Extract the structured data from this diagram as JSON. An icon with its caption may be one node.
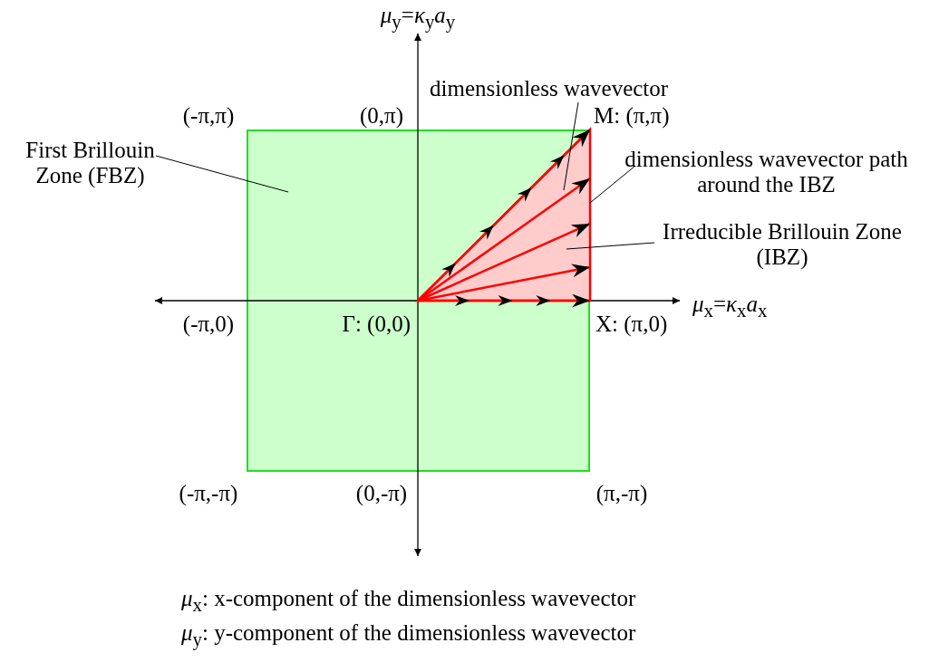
{
  "diagram": {
    "nodes": [
      {
        "text": [],
        "shape": "box"
      },
      {
        "text": [],
        "shape": "triangle",
        "in": 0
      },
      {
        "text": [
          "First Brillouin Zone (FBZ)"
        ]
      },
      {
        "text": [
          "dimensionless wavevector"
        ]
      },
      {
        "text": [
          "dimensionless wavevector path around the IBZ"
        ]
      },
      {
        "text": [
          "Irreducible Brillouin Zone (IBZ)"
        ]
      }
    ],
    "edges": [
      {
        "from": 2,
        "to": 0,
        "arrow": "none"
      },
      {
        "from": 3,
        "to": 1,
        "arrow": "none"
      },
      {
        "from": 4,
        "to": 1,
        "arrow": "none"
      },
      {
        "from": 5,
        "to": 1,
        "arrow": "none"
      }
    ],
    "labels": [
      "*μ*$_{y}$=*κ*$_{y}$*a*$_{y}$",
      "(-π,π)",
      "(0,π)",
      "M: (π,π)",
      "*μ*$_{x}$=*κ*$_{x}$*a*$_{x}$",
      "(-π,0)",
      "Γ: (0,0)",
      "X: (π,0)",
      "(-π,-π)",
      "(0,-π)",
      "(π,-π)",
      "*μ*$_{x}$: x-component of the dimensionless wavevector",
      "*μ*$_{y}$: y-component of the dimensionless wavevector"
    ]
  }
}
